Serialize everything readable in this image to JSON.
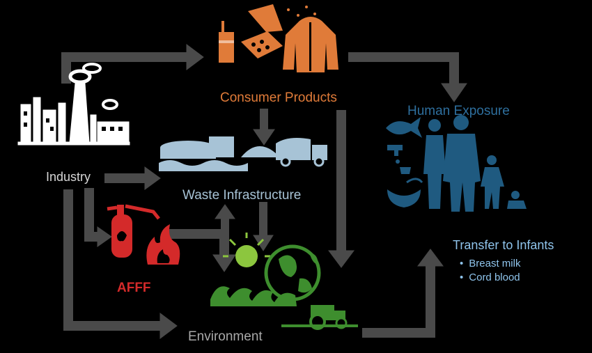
{
  "labels": {
    "consumer_products": "Consumer Products",
    "human_exposure": "Human Exposure",
    "industry": "Industry",
    "waste_infrastructure": "Waste Infrastructure",
    "transfer_to_infants": "Transfer to Infants",
    "afff": "AFFF",
    "environment": "Environment"
  },
  "transfer_items": [
    "Breast milk",
    "Cord blood"
  ],
  "colors": {
    "arrow": "#4a4a4a",
    "consumer": "#e07b39",
    "human": "#1f5a80",
    "industry_icon": "#ffffff",
    "waste": "#a7c3d6",
    "afff": "#d42a2a",
    "environment": "#3e8e2e",
    "sun": "#8cc63e"
  },
  "icons": [
    "factory-icon",
    "juice-box-icon",
    "pizza-box-icon",
    "jacket-icon",
    "water-treatment-icon",
    "landfill-icon",
    "garbage-truck-icon",
    "fire-extinguisher-icon",
    "fire-icon",
    "sun-icon",
    "globe-icon",
    "tractor-icon",
    "wave-icon",
    "fish-icon",
    "faucet-icon",
    "food-bowl-icon",
    "family-icon"
  ]
}
